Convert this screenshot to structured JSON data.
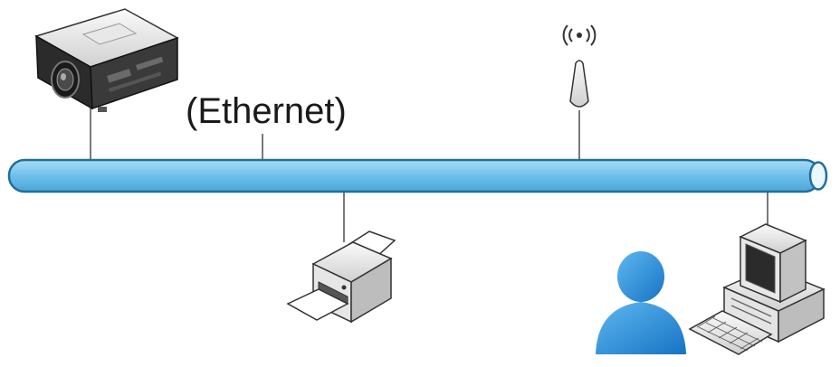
{
  "diagram": {
    "bus_label": "(Ethernet)",
    "colors": {
      "bus_fill": "#7ec8ee",
      "bus_stroke": "#1f6f9c",
      "device_light": "#f2f2f2",
      "device_mid": "#c9c9c9",
      "device_dark": "#2b2b2b",
      "person": "#1e8fd8",
      "link_line": "#4d4d4d"
    },
    "nodes": [
      {
        "id": "projector",
        "icon": "projector-icon"
      },
      {
        "id": "wireless-access-point",
        "icon": "antenna-icon"
      },
      {
        "id": "printer",
        "icon": "printer-icon"
      },
      {
        "id": "user",
        "icon": "person-icon"
      },
      {
        "id": "computer",
        "icon": "desktop-computer-icon"
      }
    ]
  }
}
